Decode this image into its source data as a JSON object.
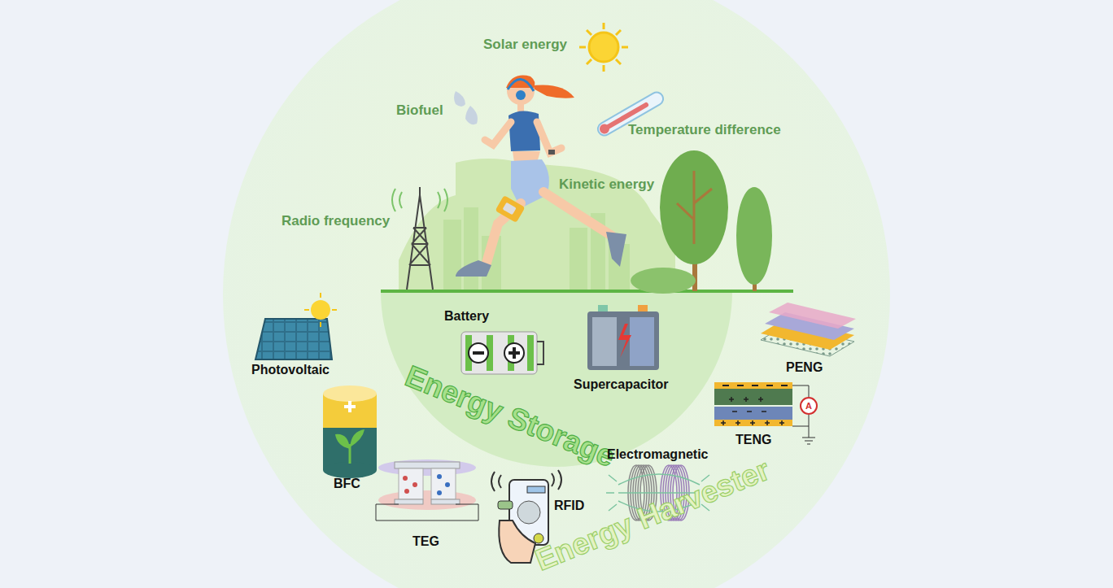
{
  "diagram": {
    "labels": [
      "Solar energy",
      "Biofuel",
      "Temperature difference",
      "Kinetic energy",
      "Radio frequency",
      "Battery",
      "Supercapacitor",
      "Energy Storage",
      "Photovoltaic",
      "PENG",
      "TENG",
      "A",
      "BFC",
      "Electromagnetic",
      "RFID",
      "TEG",
      "Energy Harvester"
    ]
  }
}
